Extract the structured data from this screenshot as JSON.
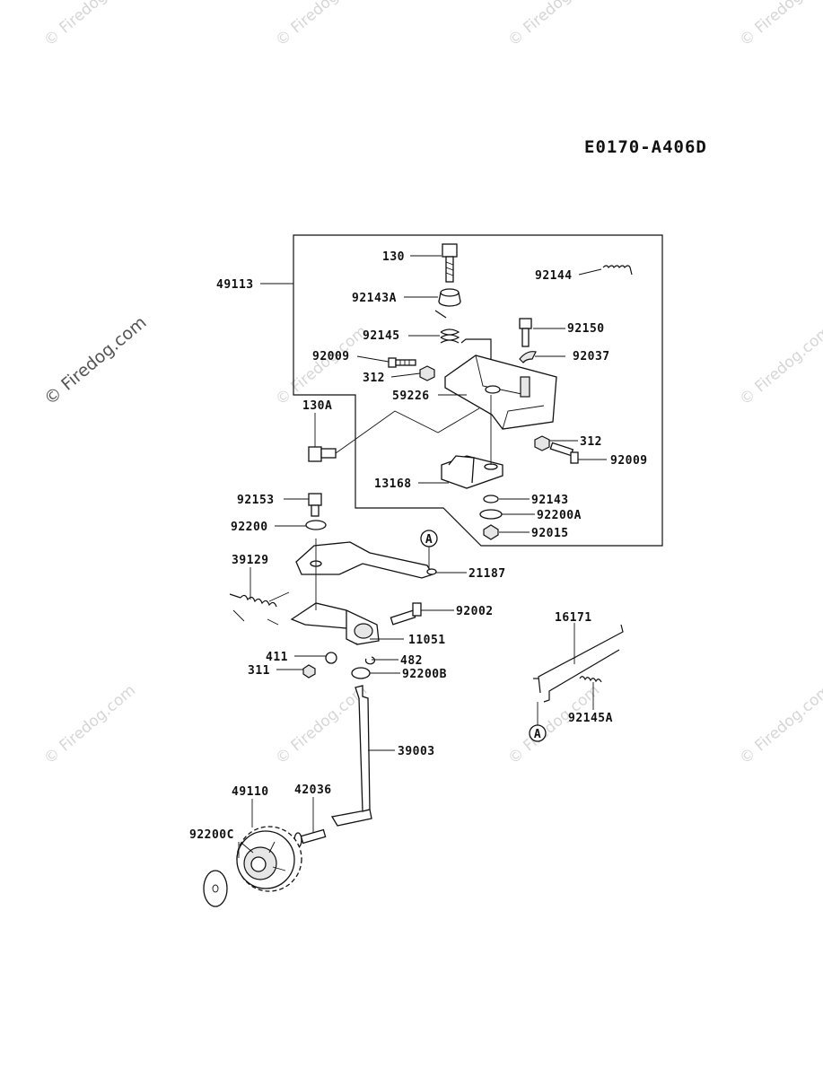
{
  "diagram_code": "E0170-A406D",
  "watermark": "© Firedog.com",
  "ref_marker": "A",
  "labels": {
    "p130": "130",
    "p92144": "92144",
    "p49113": "49113",
    "p92143A": "92143A",
    "p92150": "92150",
    "p92145": "92145",
    "p92009a": "92009",
    "p92037": "92037",
    "p312a": "312",
    "p59226": "59226",
    "p130A": "130A",
    "p312b": "312",
    "p92009b": "92009",
    "p13168": "13168",
    "p92153": "92153",
    "p92143": "92143",
    "p92200A": "92200A",
    "p92200": "92200",
    "p92015": "92015",
    "p39129": "39129",
    "p21187": "21187",
    "p92002": "92002",
    "p16171": "16171",
    "p11051": "11051",
    "p411": "411",
    "p482": "482",
    "p311": "311",
    "p92200B": "92200B",
    "p92145A": "92145A",
    "p39003": "39003",
    "p49110": "49110",
    "p42036": "42036",
    "p92200C": "92200C"
  }
}
